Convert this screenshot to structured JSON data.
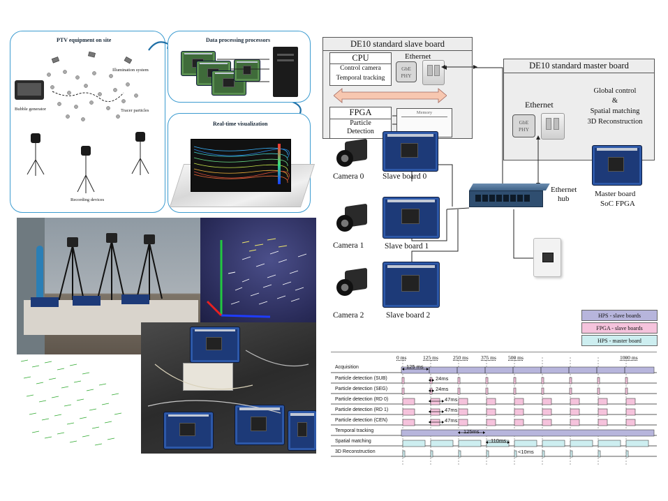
{
  "ptv_panel": {
    "title": "PTV equipment on site",
    "illumination": "Illumination system",
    "bubble": "Bubble generator",
    "tracer": "Tracer particles",
    "recording": "Recording devices"
  },
  "processing_panel": {
    "title": "Data processing processors"
  },
  "visual_panel": {
    "title": "Real-time visualization"
  },
  "slave_board": {
    "title": "DE10 standard slave board",
    "cpu": "CPU",
    "cpu_line1": "Control camera",
    "cpu_line2": "Temporal tracking",
    "ethernet": "Ethernet",
    "phy": "GbE\nPHY",
    "fpga": "FPGA",
    "fpga_line1": "Particle",
    "fpga_line2": "Detection",
    "memory": "Memory"
  },
  "master_board": {
    "title": "DE10 standard master board",
    "ethernet": "Ethernet",
    "phy": "GbE\nPHY",
    "line1": "Global control",
    "line2": "&",
    "line3": "Spatial matching",
    "line4": "3D Reconstruction"
  },
  "network": {
    "camera0": "Camera 0",
    "camera1": "Camera 1",
    "camera2": "Camera 2",
    "slave0": "Slave board 0",
    "slave1": "Slave board 1",
    "slave2": "Slave board 2",
    "hub1": "Ethernet",
    "hub2": "hub",
    "master1": "Master board",
    "master2": "SoC FPGA"
  },
  "legend": {
    "items": [
      {
        "label": "HPS - slave boards",
        "color": "#b7b5dc"
      },
      {
        "label": "FPGA - slave boards",
        "color": "#f5c3dc"
      },
      {
        "label": "HPS - master board",
        "color": "#cdeef0"
      }
    ]
  },
  "timeline": {
    "ticks": [
      "0 ms",
      "125 ms",
      "250 ms",
      "375 ms",
      "500 ms",
      "1000 ms"
    ],
    "rows": [
      "Acquisition",
      "Particle detection (SUB)",
      "Particle detection  (SEG)",
      "Particle detection  (RD 0)",
      "Particle detection  (RD 1)",
      "Particle detection  (CEN)",
      "Temporal tracking",
      "Spatial matching",
      "3D Reconstruction"
    ],
    "annotations": {
      "acq": "125 ms",
      "sub": "24ms",
      "seg": "24ms",
      "rd0": "47ms",
      "rd1": "47ms",
      "cen": "47ms",
      "temporal": "125ms",
      "spatial": "110ms",
      "recon": "<10ms"
    }
  }
}
